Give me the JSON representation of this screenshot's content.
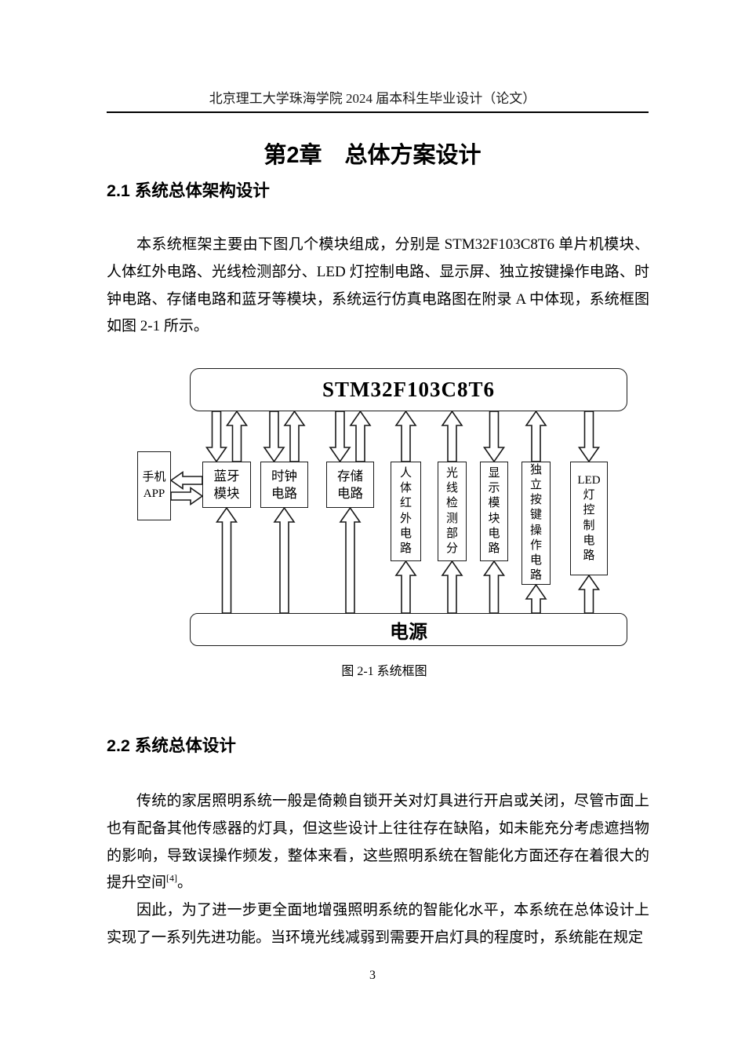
{
  "header": {
    "text": "北京理工大学珠海学院 2024 届本科生毕业设计（论文）"
  },
  "chapter_title": "第2章　总体方案设计",
  "sections": {
    "s1": {
      "heading": "2.1 系统总体架构设计",
      "paragraph": "本系统框架主要由下图几个模块组成，分别是 STM32F103C8T6 单片机模块、人体红外电路、光线检测部分、LED 灯控制电路、显示屏、独立按键操作电路、时钟电路、存储电路和蓝牙等模块，系统运行仿真电路图在附录 A 中体现，系统框图如图 2-1 所示。"
    },
    "s2": {
      "heading": "2.2 系统总体设计",
      "p1_main": "传统的家居照明系统一般是倚赖自锁开关对灯具进行开启或关闭，尽管市面上也有配备其他传感器的灯具，但这些设计上往往存在缺陷，如未能充分考虑遮挡物的影响，导致误操作频发，整体来看，这些照明系统在智能化方面还存在着很大的提升空间",
      "p1_ref": "[4]",
      "p1_end": "。",
      "p2": "因此，为了进一步更全面地增强照明系统的智能化水平，本系统在总体设计上实现了一系列先进功能。当环境光线减弱到需要开启灯具的程度时，系统能在规定"
    }
  },
  "figure": {
    "mcu_label": "STM32F103C8T6",
    "power_label": "电源",
    "caption": "图 2-1 系统框图",
    "phone": {
      "lines": [
        "手机",
        "APP"
      ]
    },
    "modules_top": [
      {
        "name": "蓝牙模块",
        "lines": [
          "蓝牙",
          "模块"
        ]
      },
      {
        "name": "时钟电路",
        "lines": [
          "时钟",
          "电路"
        ]
      },
      {
        "name": "存储电路",
        "lines": [
          "存储",
          "电路"
        ]
      }
    ],
    "modules_vertical": [
      {
        "name": "人体红外电路",
        "lines": [
          "人",
          "体",
          "红",
          "外",
          "电",
          "路"
        ]
      },
      {
        "name": "光线检测部分",
        "lines": [
          "光",
          "线",
          "检",
          "测",
          "部",
          "分"
        ]
      },
      {
        "name": "显示模块电路",
        "lines": [
          "显",
          "示",
          "模",
          "块",
          "电",
          "路"
        ]
      },
      {
        "name": "独立按键操作电路",
        "lines": [
          "独",
          "立",
          "按",
          "键",
          "操",
          "作",
          "电",
          "路"
        ]
      },
      {
        "name": "LED灯控制电路",
        "lines": [
          "LED",
          "灯",
          "控",
          "制",
          "电",
          "路"
        ]
      }
    ]
  },
  "footer": {
    "page_number": "3"
  }
}
